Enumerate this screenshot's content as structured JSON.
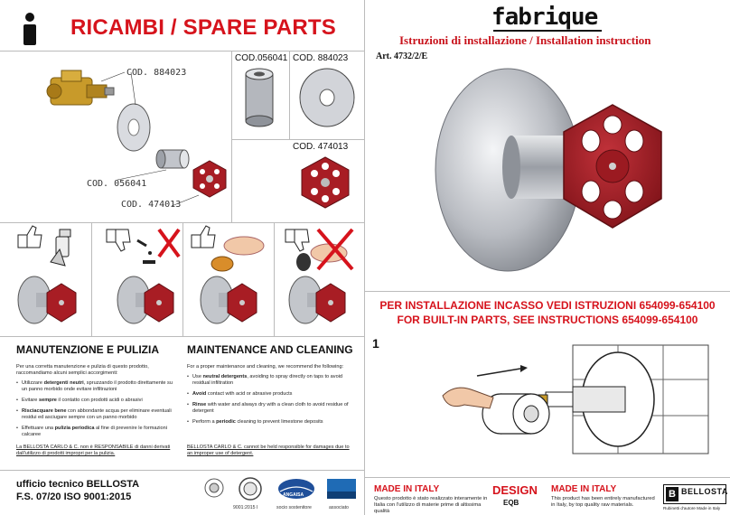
{
  "left": {
    "title": "RICAMBI / SPARE PARTS",
    "parts": {
      "label_valve": "COD. 884023",
      "label_sleeve": "COD. 056041",
      "label_handle": "COD. 474013",
      "cell_sleeve": "COD.056041",
      "cell_rosette": "COD. 884023",
      "cell_handle": "COD. 474013"
    },
    "maintenance_it": {
      "heading": "MANUTENZIONE E PULIZIA",
      "intro": "Per una corretta manutenzione e pulizia di questo prodotto, raccomandiamo alcuni semplici accorgimenti:",
      "items": [
        {
          "pre": "Utilizzare ",
          "strong": "detergenti neutri",
          "post": ", spruzzando il prodotto direttamente su un panno morbido onde evitare infiltrazioni"
        },
        {
          "pre": "Evitare ",
          "strong": "sempre",
          "post": " il contatto con prodotti acidi o abrasivi"
        },
        {
          "pre": "",
          "strong": "Risciacquare bene",
          "post": " con abbondante acqua per eliminare eventuali residui ed asciugare sempre con un panno morbido"
        },
        {
          "pre": "Effettuare una ",
          "strong": "pulizia periodica",
          "post": " al fine di prevenire le formazioni calcaree"
        }
      ],
      "disclaimer": "La BELLOSTA CARLO & C. non è RESPONSABILE di danni derivati dall'utilizzo di prodotti impropri per la pulizia."
    },
    "maintenance_en": {
      "heading": "MAINTENANCE AND CLEANING",
      "intro": "For a proper maintenance and cleaning, we recommend the following:",
      "items": [
        {
          "pre": "Use ",
          "strong": "neutral detergents",
          "post": ", avoiding to spray directly on taps to avoid residual infiltration"
        },
        {
          "pre": "",
          "strong": "Avoid",
          "post": " contact with acid or abrasive products"
        },
        {
          "pre": "",
          "strong": "Rinse",
          "post": " with water and always dry with a clean cloth to avoid residue of detergent"
        },
        {
          "pre": "Perform a ",
          "strong": "periodic",
          "post": " cleaning to prevent limestone deposits"
        }
      ],
      "disclaimer": "BELLOSTA CARLO & C. cannot be held responsible for damages due to an improper use of detergent."
    },
    "footer": {
      "line1": "ufficio tecnico BELLOSTA",
      "line2": "F.S. 07/20 ISO 9001:2015"
    },
    "certs": {
      "c1": "9001:2015 I",
      "c2": "socio sostenitore",
      "c3": "associato",
      "anga": "ANGAISA"
    }
  },
  "right": {
    "brand": "fabrique",
    "instruction_title": "Istruzioni di installazione / Installation instruction",
    "article": "Art. 4732/2/E",
    "builtin_line1": "PER INSTALLAZIONE INCASSO VEDI ISTRUZIONI 654099-654100",
    "builtin_line2": "FOR BUILT-IN PARTS, SEE INSTRUCTIONS 654099-654100",
    "step": "1",
    "made_it_heading": "MADE IN ITALY",
    "made_it_text": "Questo prodotto è stato realizzato interamente in Italia con l'utilizzo di materie prime di altissima qualità",
    "design": "DESIGN",
    "eqb": "EQB",
    "made_en_heading": "MADE IN ITALY",
    "made_en_text": "This product has been entirely manufactured in Italy, by top quality raw materials.",
    "bellosta_mark": "B",
    "bellosta_name": "BELLOSTA",
    "bellosta_tag": "Rubinetti d'autore Made in Italy"
  },
  "colors": {
    "accent_red": "#d6131c",
    "handle_red": "#a81d24",
    "chrome": "#b9bcc2",
    "brass": "#c89a2a"
  }
}
